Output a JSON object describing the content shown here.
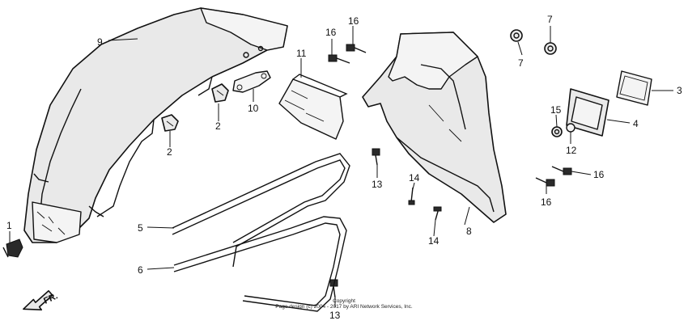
{
  "callouts": {
    "c1": "1",
    "c2a": "2",
    "c2b": "2",
    "c3": "3",
    "c4": "4",
    "c5": "5",
    "c6": "6",
    "c7a": "7",
    "c7b": "7",
    "c8": "8",
    "c9": "9",
    "c10": "10",
    "c11": "11",
    "c12": "12",
    "c13a": "13",
    "c13b": "13",
    "c14a": "14",
    "c14b": "14",
    "c15": "15",
    "c16a": "16",
    "c16b": "16",
    "c16c": "16",
    "c16d": "16"
  },
  "front_indicator": {
    "label": "FR."
  },
  "footer": {
    "line1": "Copyright",
    "line2": "Page design (c) 2004 - 2017 by ARI Network Services, Inc."
  }
}
